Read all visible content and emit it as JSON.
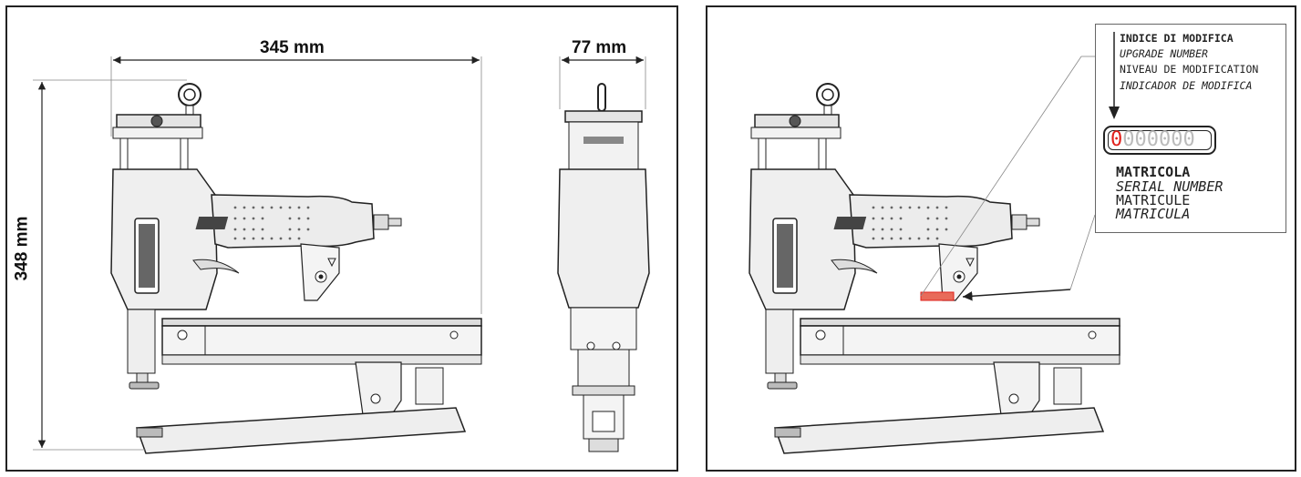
{
  "dimensions": {
    "length": "345 mm",
    "width": "77 mm",
    "height": "348 mm"
  },
  "upgrade_label": {
    "it": "INDICE DI MODIFICA",
    "en": "UPGRADE NUMBER",
    "fr": "NIVEAU DE MODIFICATION",
    "es": "INDICADOR DE MODIFICA"
  },
  "serial": {
    "first_digit": "0",
    "rest_digits": "000000"
  },
  "serial_label": {
    "it": "MATRICOLA",
    "en": "SERIAL NUMBER",
    "fr": "MATRICULE",
    "es": "MATRICULA"
  },
  "colors": {
    "highlight": "#e0201b",
    "line": "#222222"
  }
}
